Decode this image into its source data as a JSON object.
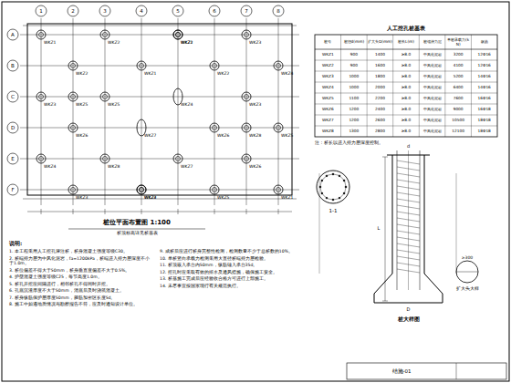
{
  "diagram": {
    "labels": [
      "桩位平面布置图 1:100",
      "桩顶标高详见桩基表",
      "1",
      "2",
      "3",
      "4",
      "5",
      "6",
      "7",
      "8",
      "A",
      "B",
      "C",
      "D",
      "E",
      "F",
      "WKZ1",
      "WKZ2",
      "WKZ1",
      "WKZ3",
      "WKZ2",
      "WKZ1",
      "WKZ2",
      "WKZ4",
      "WKZ3",
      "WKZ5",
      "WKZ4",
      "WKZ3",
      "WKZ6",
      "WKZ7",
      "WKZ6",
      "WKZ5",
      "WKZ4",
      "WKZ8",
      "WKZ7",
      "WKZ6",
      "WKZ3",
      "WKZ2",
      "WKZ5",
      "WKZ1",
      "WKZ5",
      "WKZ8",
      "WKZ4",
      "WKZ2",
      "人工挖孔桩基表",
      "桩号",
      "桩径d(mm)",
      "扩大头D(mm)",
      "桩长L(m)",
      "桩端持力层",
      "单桩承载力(kN)",
      "纵筋",
      "WKZ1",
      "900",
      "1400",
      "≥8.0",
      "中风化泥岩",
      "3200",
      "12Φ16",
      "WKZ2",
      "900",
      "1600",
      "≥8.0",
      "中风化泥岩",
      "4100",
      "12Φ16",
      "WKZ3",
      "1000",
      "1800",
      "≥8.0",
      "中风化泥岩",
      "5200",
      "14Φ16",
      "WKZ4",
      "1000",
      "2000",
      "≥8.0",
      "中风化泥岩",
      "6400",
      "14Φ16",
      "WKZ5",
      "1100",
      "2200",
      "≥8.0",
      "中风化泥岩",
      "7600",
      "16Φ16",
      "WKZ6",
      "1200",
      "2400",
      "≥8.0",
      "中风化泥岩",
      "9000",
      "16Φ18",
      "WKZ7",
      "1200",
      "2600",
      "≥8.0",
      "中风化泥岩",
      "10500",
      "18Φ18",
      "WKZ8",
      "1300",
      "2800",
      "≥8.0",
      "中风化泥岩",
      "12100",
      "18Φ18",
      "注：桩长以进入持力层深度控制。",
      "d",
      "L",
      "D",
      "桩大样图",
      "1-1",
      "扩大头大样",
      "≥300",
      "说明:",
      "1. 本工程采用人工挖孔灌注桩，桩身混凝土强度等级C30。",
      "2. 桩端持力层为中风化泥岩，fa=1200kPa，桩端进入持力层深度不小于1.0m。",
      "3. 桩位偏差不得大于50mm，桩身垂直度偏差不大于0.5%。",
      "4. 护壁混凝土强度等级C25，每节高度1.0m。",
      "5. 桩孔开挖应间隔进行，相邻桩孔不得同时开挖。",
      "6. 孔底沉渣厚度不大于50mm，清底后及时浇筑混凝土。",
      "7. 桩身纵筋保护层厚度50mm，箍筋加密区长度5d。",
      "8. 施工中如遇地质情况与勘察报告不符，应及时通知设计单位。",
      "9. 成桩后应进行桩身完整性检测，检测数量不少于总桩数的10%。",
      "10. 单桩竖向承载力检测采用大直径桩端持力层检验。",
      "11. 桩顶嵌入承台内50mm，纵筋锚入承台35d。",
      "12. 挖孔时应采取有效的排水及通风措施，确保施工安全。",
      "13. 桩基施工完成后应经验收合格方可进行上部施工。",
      "14. 未尽事宜按国家现行有关规范执行。",
      "结施-01"
    ]
  }
}
